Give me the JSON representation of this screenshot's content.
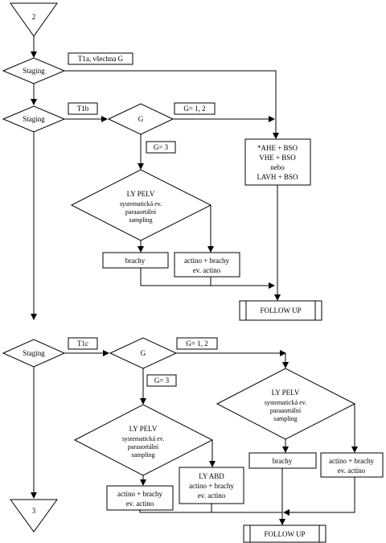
{
  "connectors": {
    "top": "2",
    "bottom": "3"
  },
  "section1": {
    "staging1": "Staging",
    "label_t1a": "T1a, všechna G",
    "staging2": "Staging",
    "label_t1b": "T1b",
    "g_decision": "G",
    "label_g12": "G= 1, 2",
    "label_g3": "G= 3",
    "surgery_box": [
      "*AHE + BSO",
      "VHE + BSO",
      "nebo",
      "LAVH + BSO"
    ],
    "ly_decision": [
      "LY PELV",
      "systematická ev.",
      "paraaortální",
      "sampling"
    ],
    "brachy": "brachy",
    "actino_box": [
      "actino + brachy",
      "ev. actino"
    ],
    "follow_up": "FOLLOW UP"
  },
  "section2": {
    "staging": "Staging",
    "label_t1c": "T1c",
    "g_decision": "G",
    "label_g12": "G= 1, 2",
    "label_g3": "G= 3",
    "ly_decision_right": [
      "LY PELV",
      "systematická ev.",
      "paraaortální",
      "sampling"
    ],
    "ly_decision_left": [
      "LY PELV",
      "systematická ev.",
      "paraaortální",
      "sampling"
    ],
    "brachy": "brachy",
    "actino_right": [
      "actino + brachy",
      "ev. actino"
    ],
    "ly_abd_box": [
      "LY ABD",
      "actino + brachy",
      "ev. actino"
    ],
    "actino_left": [
      "actino + brachy",
      "ev. actino"
    ],
    "follow_up": "FOLLOW UP"
  }
}
